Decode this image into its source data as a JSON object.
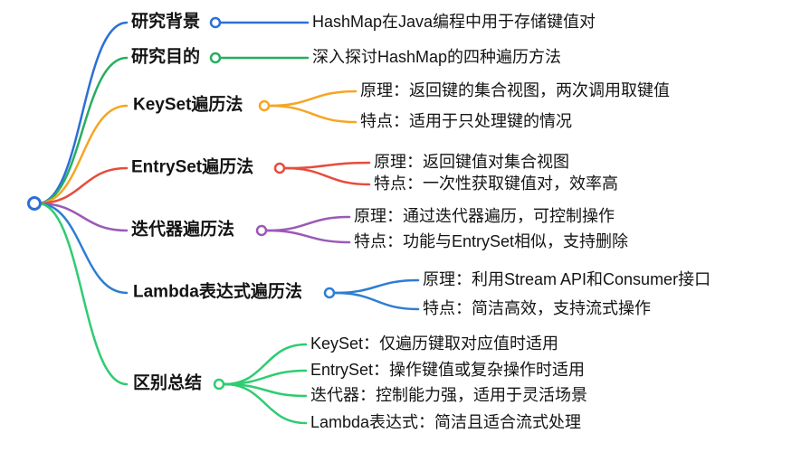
{
  "root": {
    "color": "#2c6fd6"
  },
  "branches": [
    {
      "label": "研究背景",
      "color": "#2c6fd6",
      "leaves": [
        "HashMap在Java编程中用于存储键值对"
      ]
    },
    {
      "label": "研究目的",
      "color": "#27ae60",
      "leaves": [
        "深入探讨HashMap的四种遍历方法"
      ]
    },
    {
      "label": "KeySet遍历法",
      "color": "#f5a623",
      "leaves": [
        "原理：返回键的集合视图，两次调用取键值",
        "特点：适用于只处理键的情况"
      ]
    },
    {
      "label": "EntrySet遍历法",
      "color": "#e74c3c",
      "leaves": [
        "原理：返回键值对集合视图",
        "特点：一次性获取键值对，效率高"
      ]
    },
    {
      "label": "迭代器遍历法",
      "color": "#9b59b6",
      "leaves": [
        "原理：通过迭代器遍历，可控制操作",
        "特点：功能与EntrySet相似，支持删除"
      ]
    },
    {
      "label": "Lambda表达式遍历法",
      "color": "#2d7dd2",
      "leaves": [
        "原理：利用Stream API和Consumer接口",
        "特点：简洁高效，支持流式操作"
      ]
    },
    {
      "label": "区别总结",
      "color": "#2ecc71",
      "leaves": [
        "KeySet：仅遍历键取对应值时适用",
        "EntrySet：操作键值或复杂操作时适用",
        "迭代器：控制能力强，适用于灵活场景",
        "Lambda表达式：简洁且适合流式处理"
      ]
    }
  ]
}
